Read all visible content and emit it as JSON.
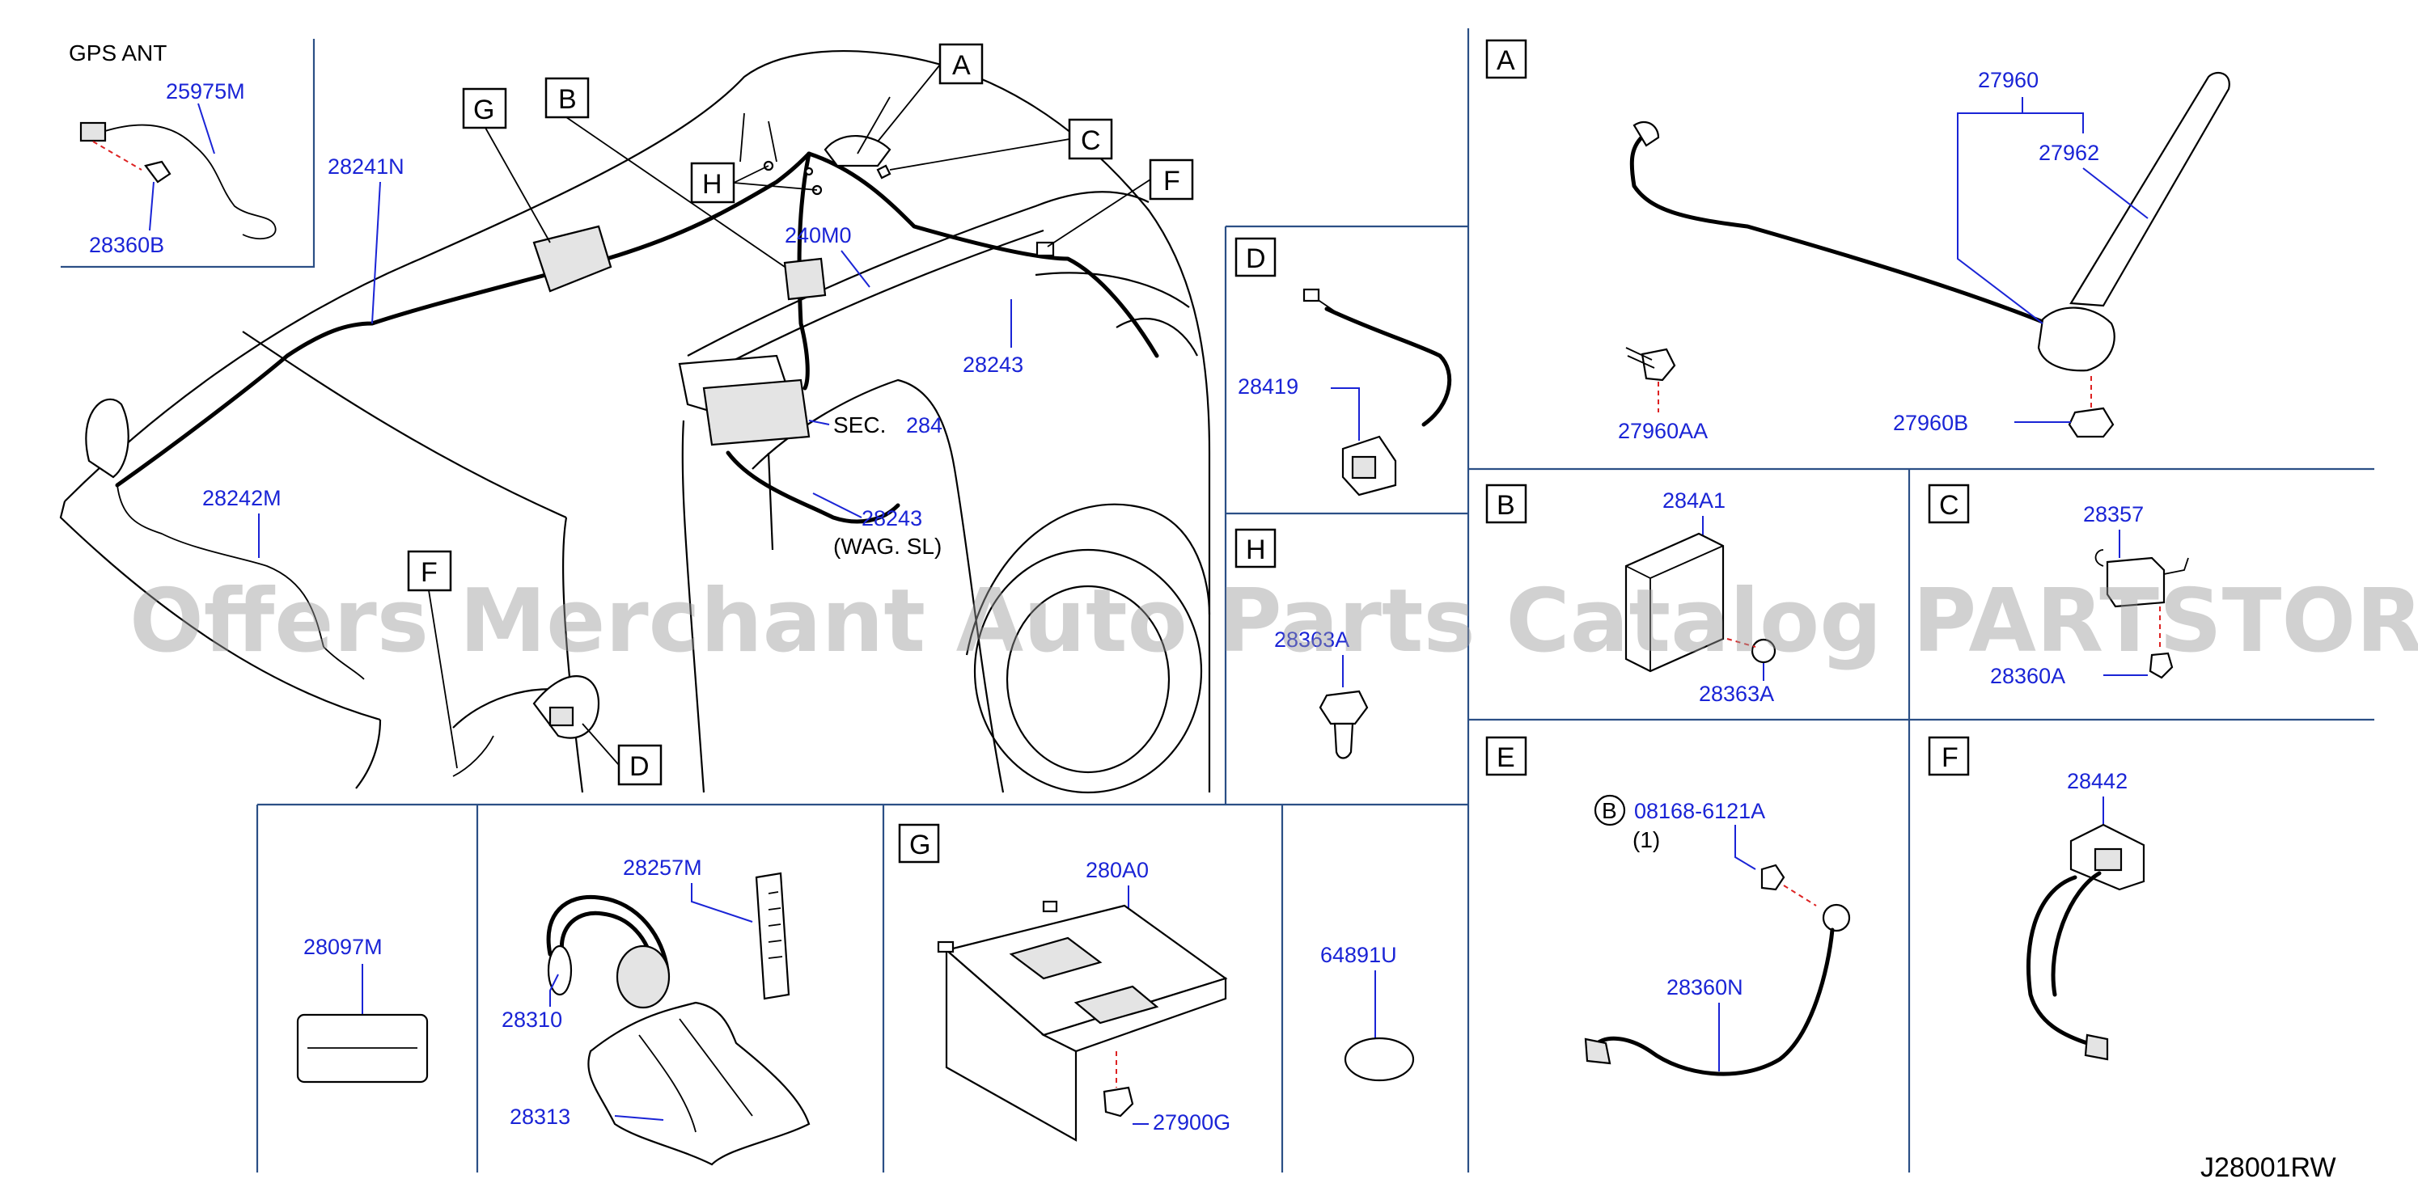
{
  "diagram": {
    "code": "J28001RW",
    "watermark": "Offers Merchant Auto Parts Catalog PARTSTORE.SA",
    "gps_label": "GPS   ANT",
    "sec_label": "SEC.",
    "sec_ref": "284",
    "wag_label": "(WAG.   SL)",
    "qty_label": "(1)",
    "bolt_circle": "B",
    "callouts": [
      "A",
      "B",
      "C",
      "D",
      "E",
      "F",
      "G",
      "H"
    ],
    "parts": {
      "p25975M": "25975M",
      "p28360B": "28360B",
      "p28241N": "28241N",
      "p240M0": "240M0",
      "p28243a": "28243",
      "p28243b": "28243",
      "p28242M": "28242M",
      "p28419": "28419",
      "p2836xA": "28363A",
      "p27960": "27960",
      "p27962": "27962",
      "p27960AA": "27960AA",
      "p27960B": "27960B",
      "p284A1": "284A1",
      "p28363A": "28363A",
      "p28357": "28357",
      "p28360A": "28360A",
      "p08168": "08168-6121A",
      "p28360N": "28360N",
      "p28442": "28442",
      "p28097M": "28097M",
      "p28257M": "28257M",
      "p28310": "28310",
      "p28313": "28313",
      "p280A0": "280A0",
      "p27900G": "27900G",
      "p64891U": "64891U"
    }
  }
}
